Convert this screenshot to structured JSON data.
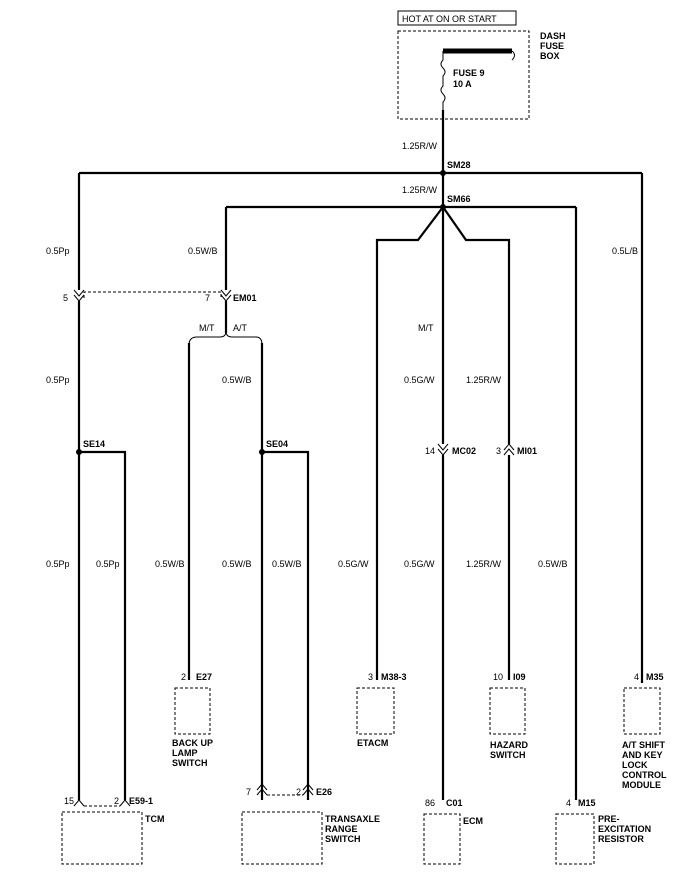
{
  "labels": {
    "hot_at": "HOT AT ON OR START",
    "dash_fuse_box": [
      "DASH",
      "FUSE",
      "BOX"
    ],
    "fuse_name": "FUSE 9",
    "fuse_rating": "10 A",
    "wire_main": "1.25R/W",
    "sm28": "SM28",
    "wire_sm66_in": "1.25R/W",
    "sm66": "SM66",
    "wire_left": "0.5Pp",
    "wire_emo1": "0.5W/B",
    "wire_right": "0.5L/B",
    "pin_5": "5",
    "pin_7": "7",
    "em01": "EM01",
    "mt_1": "M/T",
    "at_1": "A/T",
    "mt_2": "M/T",
    "wire_left2": "0.5Pp",
    "wire_at": "0.5W/B",
    "wire_mc02_in": "0.5G/W",
    "wire_mi01_in": "1.25R/W",
    "se14": "SE14",
    "se04": "SE04",
    "pin_14": "14",
    "mc02": "MC02",
    "pin_3a": "3",
    "mi01": "MI01",
    "w_tcm_1": "0.5Pp",
    "w_tcm_2": "0.5Pp",
    "w_backup": "0.5W/B",
    "w_tr_1": "0.5W/B",
    "w_tr_2": "0.5W/B",
    "w_etacm": "0.5G/W",
    "w_ecm": "0.5G/W",
    "w_hazard": "1.25R/W",
    "w_preexc": "0.5W/B",
    "pin_2a": "2",
    "e27": "E27",
    "pin_3b": "3",
    "m38": "M38-3",
    "pin_10": "10",
    "i09": "I09",
    "pin_4a": "4",
    "m35": "M35",
    "backup_lamp": [
      "BACK UP",
      "LAMP",
      "SWITCH"
    ],
    "etacm": "ETACM",
    "hazard": [
      "HAZARD",
      "SWITCH"
    ],
    "at_shift": [
      "A/T SHIFT",
      "AND KEY",
      "LOCK",
      "CONTROL",
      "MODULE"
    ],
    "pin_15": "15",
    "pin_2b": "2",
    "e59": "E59-1",
    "tcm": "TCM",
    "pin_7b": "7",
    "pin_2c": "2",
    "e26": "E26",
    "transaxle": [
      "TRANSAXLE",
      "RANGE",
      "SWITCH"
    ],
    "pin_86": "86",
    "c01": "C01",
    "ecm": "ECM",
    "pin_4b": "4",
    "m15": "M15",
    "pre_exc": [
      "PRE-",
      "EXCITATION",
      "RESISTOR"
    ]
  }
}
